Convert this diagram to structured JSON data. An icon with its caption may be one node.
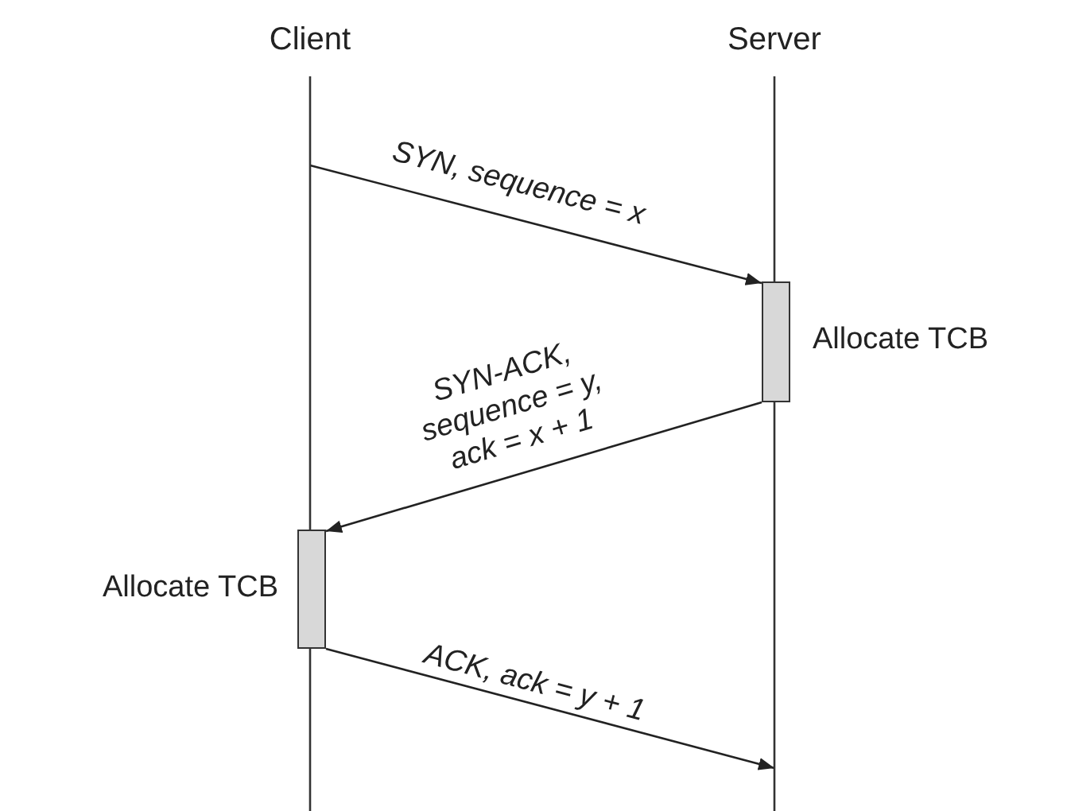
{
  "diagram": {
    "nodes": [
      {
        "text": [
          "Client"
        ]
      },
      {
        "text": [
          "Server"
        ]
      },
      {
        "text": [],
        "shape": "bar",
        "beside": [
          "Allocate TCB"
        ],
        "in": 1
      },
      {
        "text": [],
        "shape": "bar",
        "beside": [
          "Allocate TCB"
        ],
        "in": 0
      }
    ],
    "edges": [
      {
        "from": 0,
        "to": 2,
        "arrow": "to",
        "label": "SYN, sequence = x"
      },
      {
        "from": 2,
        "to": 3,
        "arrow": "to",
        "label": "SYN-ACK, sequence = y, ack = x + 1"
      },
      {
        "from": 3,
        "to": 1,
        "arrow": "to",
        "label": "ACK, ack = y + 1"
      }
    ]
  }
}
